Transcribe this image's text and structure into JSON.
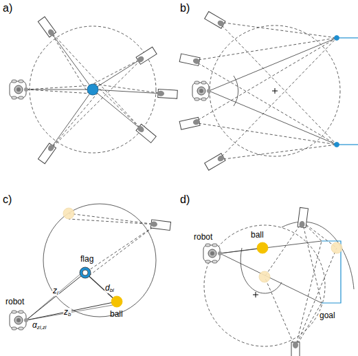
{
  "diagram": {
    "labels": [
      "a)",
      "b)",
      "c)",
      "d)",
      "robot",
      "flag",
      "ball",
      "zl",
      "zb",
      "dbl",
      "αzl,zl",
      "ball",
      "robot",
      "goal"
    ]
  }
}
